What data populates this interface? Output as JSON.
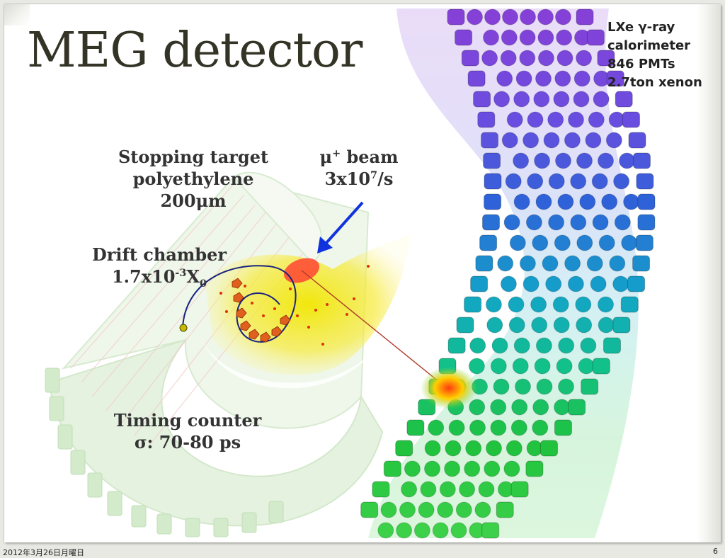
{
  "title": "MEG detector",
  "labels": {
    "target": {
      "line1": "Stopping target",
      "line2": "polyethylene",
      "line3": "200μm"
    },
    "beam": {
      "line1_base": "μ",
      "line1_sup": "+",
      "line1_rest": " beam",
      "line2_base": "3x10",
      "line2_sup": "7",
      "line2_rest": "/s"
    },
    "drift": {
      "line1": "Drift chamber",
      "line2_base": "1.7x10",
      "line2_sup": "-3",
      "line2_mid": "X",
      "line2_sub": "0"
    },
    "timing": {
      "line1": "Timing counter",
      "line2": "σ: 70-80 ps"
    },
    "lxe": {
      "line1": "LXe γ-ray",
      "line2": "calorimeter",
      "line3": "846 PMTs",
      "line4": "2.7ton xenon"
    }
  },
  "footer": {
    "date": "2012年3月26日月曜日",
    "page": "6"
  },
  "colors": {
    "title": "#333326",
    "text": "#333333",
    "beam_arrow": "#1133dd",
    "target": "#ff4433",
    "drift_glow": "#f2e600",
    "track": "#1a237e",
    "timing_counter": "#d8efcf"
  },
  "icons": [
    "blue-arrow-icon",
    "pmt-array-graphic",
    "drift-chamber-graphic",
    "timing-counter-graphic"
  ]
}
